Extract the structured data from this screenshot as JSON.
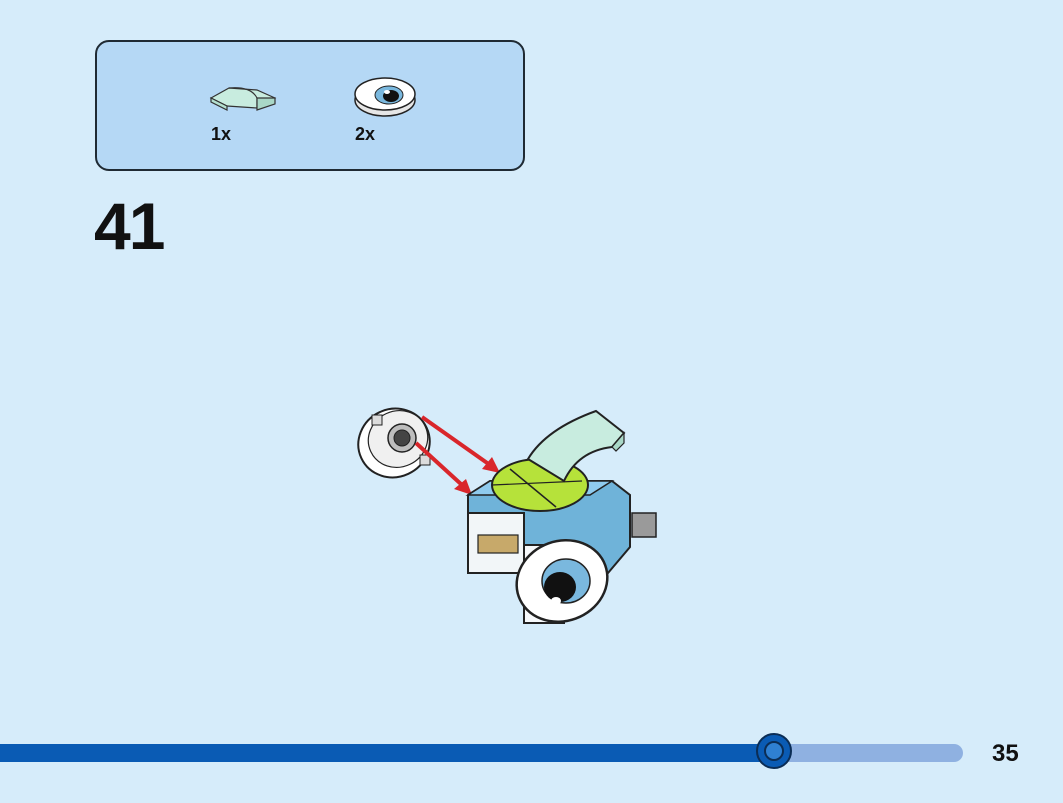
{
  "parts_callout": {
    "items": [
      {
        "name": "curved-slope-tile",
        "icon": "light-aqua-curved-slope-icon",
        "quantity": "1x",
        "color": "#c8ecdf"
      },
      {
        "name": "eye-tile",
        "icon": "round-eye-tile-icon",
        "quantity": "2x",
        "color": "#ffffff"
      }
    ]
  },
  "step": {
    "number": "41"
  },
  "footer": {
    "page_number": "35",
    "progress_fraction": 0.78,
    "progress_color": "#0a5bb4",
    "track_color": "#8fb1e1"
  },
  "colors": {
    "background": "#d6ecfa",
    "callout_background": "#b5d8f5",
    "arrow": "#d9262b",
    "lime": "#b6e23a",
    "medium_blue": "#6fb3d9"
  }
}
